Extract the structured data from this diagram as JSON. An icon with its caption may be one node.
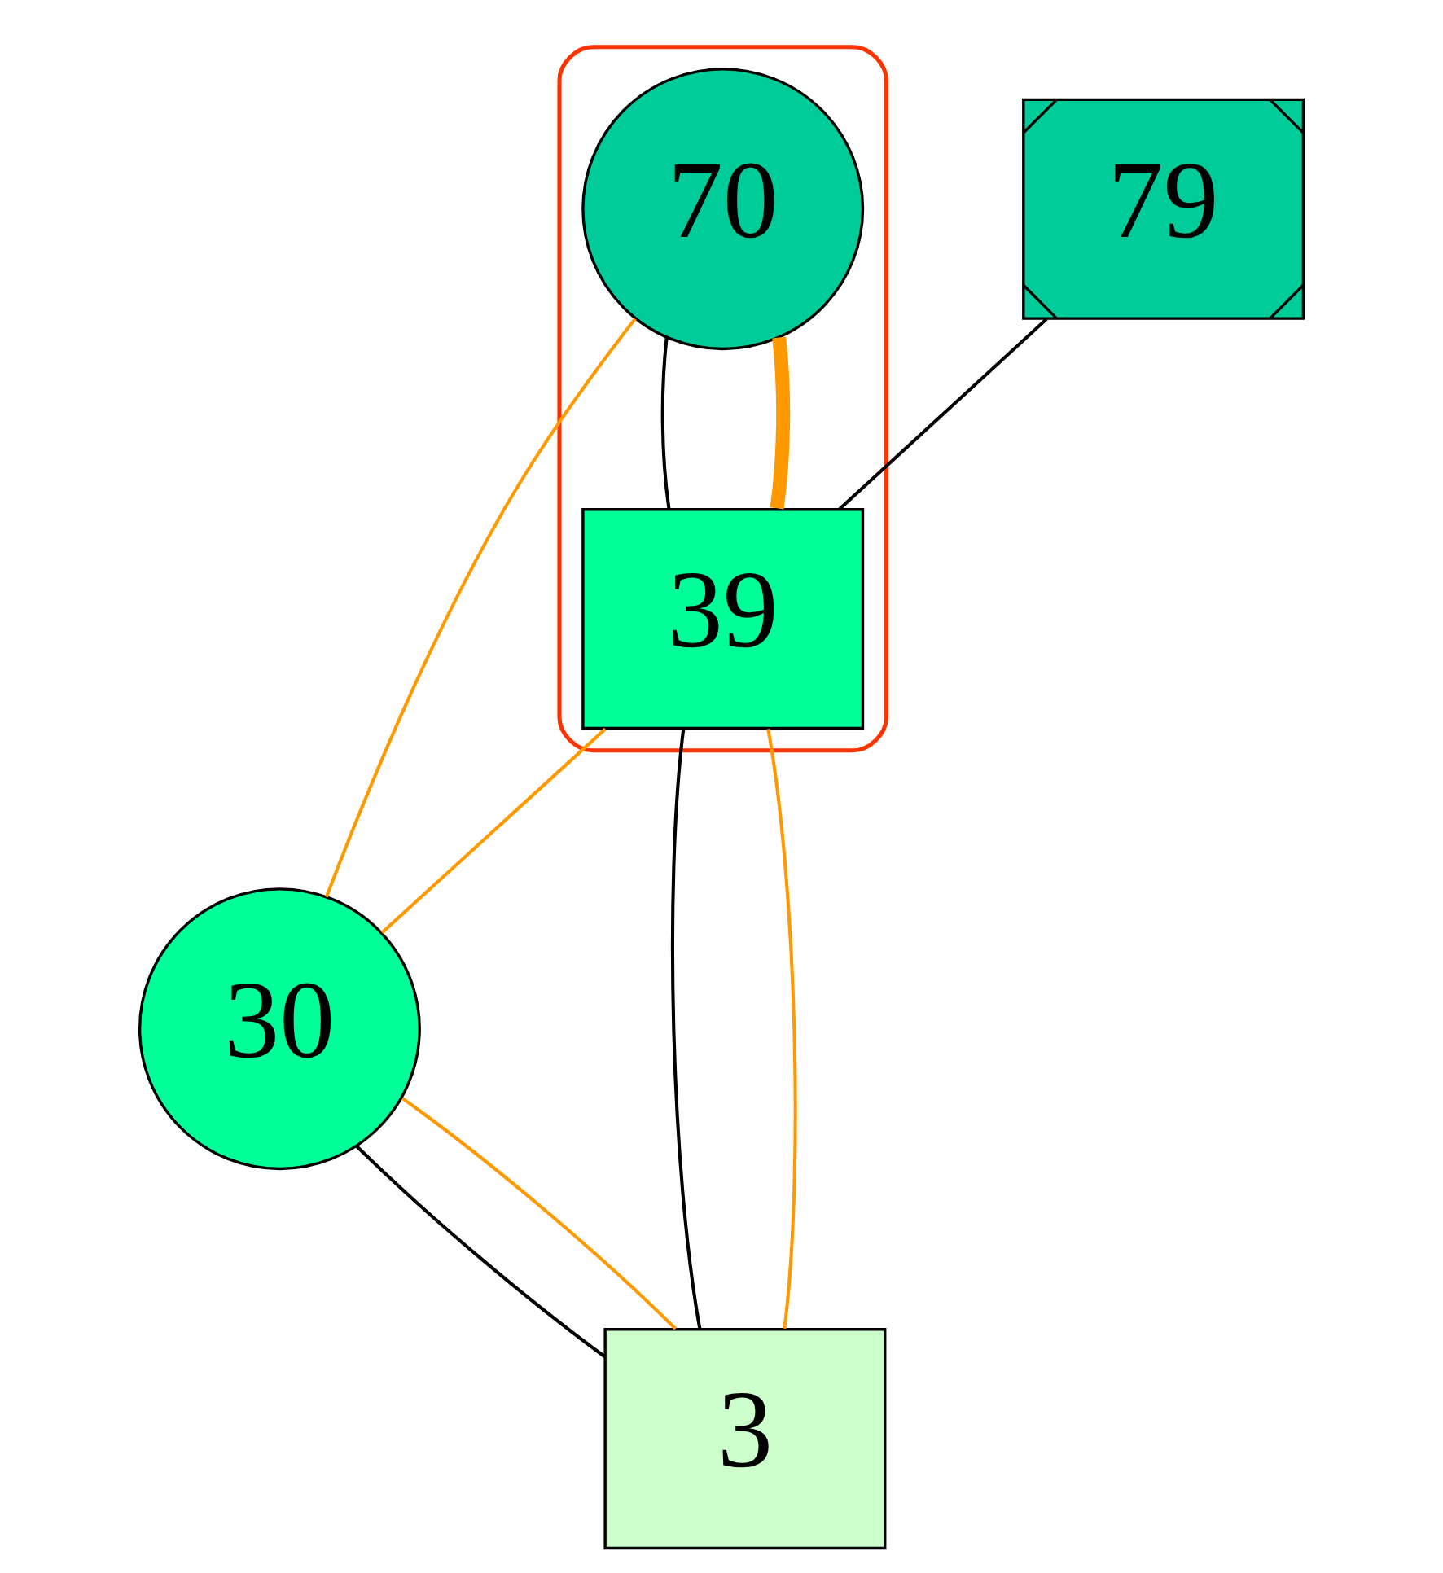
{
  "diagram": {
    "nodes": [
      {
        "text": [],
        "shape": "outline"
      },
      {
        "text": [
          "79"
        ]
      },
      {
        "text": [
          "70"
        ],
        "in": 0
      },
      {
        "text": [
          "39"
        ],
        "in": 0
      },
      {
        "text": [
          "30"
        ]
      },
      {
        "text": [
          "3"
        ]
      }
    ],
    "edges": [
      {
        "from": 1,
        "to": 3,
        "arrow": "none",
        "color": "#000000"
      },
      {
        "from": 2,
        "to": 3,
        "arrow": "none",
        "color": "#000000"
      },
      {
        "from": 2,
        "to": 3,
        "arrow": "none",
        "style": "thick"
      },
      {
        "from": 2,
        "to": 4,
        "arrow": "none"
      },
      {
        "from": 3,
        "to": 4,
        "arrow": "none"
      },
      {
        "from": 3,
        "to": 5,
        "arrow": "none",
        "color": "#000000"
      },
      {
        "from": 4,
        "to": 5,
        "arrow": "none",
        "color": "#000000"
      },
      {
        "from": 3,
        "to": 5,
        "arrow": "none"
      },
      {
        "from": 4,
        "to": 5,
        "arrow": "none"
      }
    ]
  }
}
